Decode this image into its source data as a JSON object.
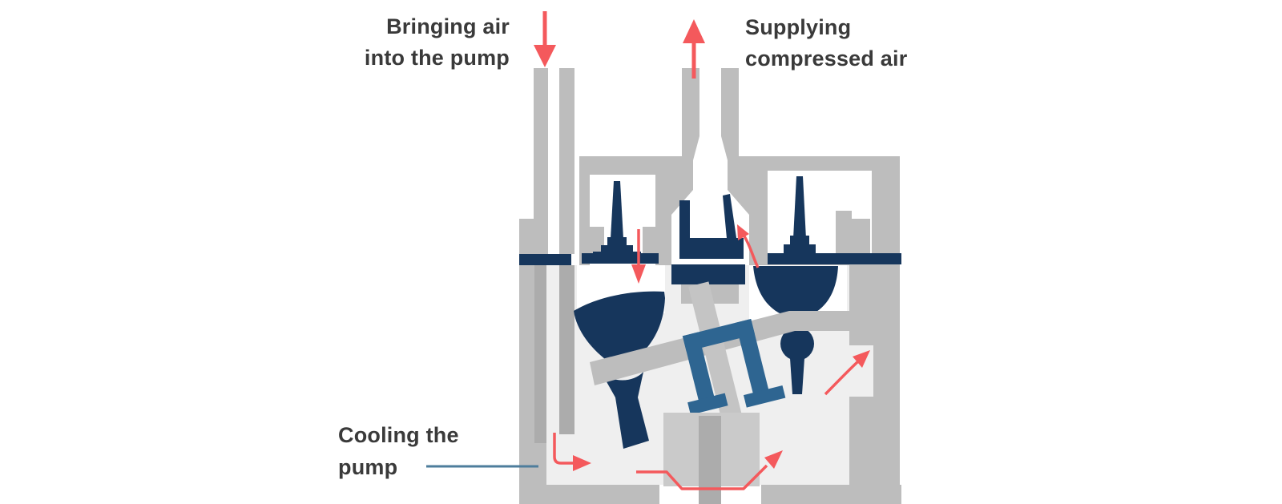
{
  "diagram": {
    "title_semantics": "Cross-section diagram of an air pump showing airflow",
    "labels": {
      "intake": {
        "line1": "Bringing air",
        "line2": "into the pump"
      },
      "outlet": {
        "line1": "Supplying",
        "line2": "compressed air"
      },
      "cooling": {
        "line1": "Cooling the",
        "line2": "pump"
      }
    },
    "icons": {
      "intake_arrow": "red-arrow-down",
      "outlet_arrow": "red-arrow-up",
      "cooling_flow": "red-flow-path"
    },
    "colors": {
      "white": "#ffffff",
      "text": "#3a3a3a",
      "navy": "#16365c",
      "steel_blue": "#2e6591",
      "red": "#f4595c",
      "gray_body": "#bdbdbd",
      "gray_dark": "#acacac",
      "gray_light": "#efefef",
      "gray_rod": "#c4c4c4",
      "gray_pedestal": "#cacaca",
      "leader": "#4e7d9c"
    }
  }
}
